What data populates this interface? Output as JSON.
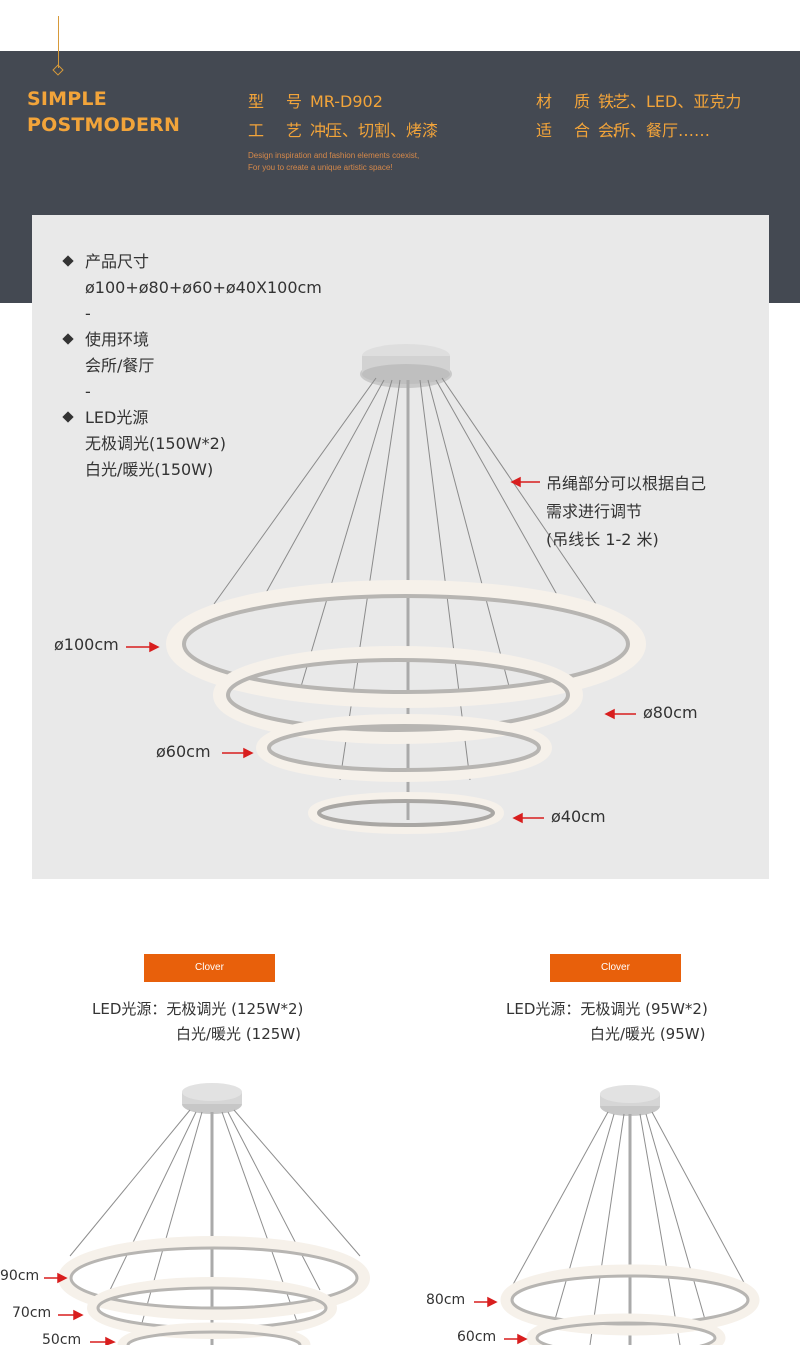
{
  "brand": {
    "line1": "SIMPLE",
    "line2": "POSTMODERN"
  },
  "specs": {
    "model": {
      "key": "型号:",
      "value": "MR-D902"
    },
    "material": {
      "key": "材质:",
      "value": "铁艺、LED、亚克力"
    },
    "craft": {
      "key": "工艺:",
      "value": "冲压、切割、烤漆"
    },
    "use": {
      "key": "适合:",
      "value": "会所、餐厅……"
    }
  },
  "tagline": {
    "line1": "Design inspiration and fashion elements coexist,",
    "line2": "For you to create a unique artistic space!"
  },
  "info": {
    "size_title": "产品尺寸",
    "size_value": "ø100+ø80+ø60+ø40X100cm",
    "sep1": "-",
    "env_title": "使用环境",
    "env_value": "会所/餐厅",
    "sep2": "-",
    "led_title": "LED光源",
    "led_value1": "无极调光(150W*2)",
    "led_value2": "白光/暖光(150W)"
  },
  "note": {
    "line1": "吊绳部分可以根据自己",
    "line2": "需求进行调节",
    "line3": "(吊线长 1-2 米)"
  },
  "ring_labels": {
    "d100": "ø100cm",
    "d80": "ø80cm",
    "d60": "ø60cm",
    "d40": "ø40cm"
  },
  "variants": [
    {
      "badge": "Clover",
      "line1": "LED光源：无极调光 (125W*2)",
      "line2": "白光/暖光 (125W)",
      "labels": [
        "90cm",
        "70cm",
        "50cm"
      ]
    },
    {
      "badge": "Clover",
      "line1": "LED光源：无极调光 (95W*2)",
      "line2": "白光/暖光 (95W)",
      "labels": [
        "80cm",
        "60cm"
      ]
    }
  ],
  "colors": {
    "header_bg": "#444952",
    "accent": "#f2a43a",
    "badge": "#e8600b",
    "arrow": "#d81e1e",
    "panel": "#e9e9e9"
  }
}
